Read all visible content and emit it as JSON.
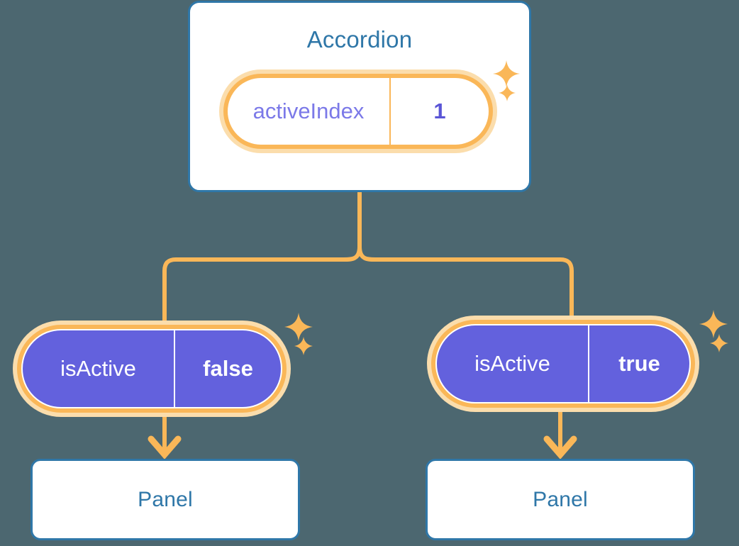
{
  "theme": {
    "background": "#4c6770",
    "card_border": "#2f77a8",
    "card_fill": "#ffffff",
    "title_text": "#2f77a8",
    "pill_ring": "#fab758",
    "pill_glow": "#fbddac",
    "pill_fill_purple": "#6361dd",
    "key_text_purple": "#7b79e8",
    "value_text_purple": "#5a55d6",
    "pill_text_white": "#ffffff",
    "connector": "#fab758",
    "sparkle": "#fab758"
  },
  "diagram": {
    "type": "component-state-tree",
    "root": {
      "title": "Accordion",
      "state": {
        "key": "activeIndex",
        "value": "1"
      },
      "sparkles": [
        "sparkle-large",
        "sparkle-small"
      ]
    },
    "children": [
      {
        "id": "child-left",
        "state": {
          "key": "isActive",
          "value": "false"
        },
        "sparkles": [
          "sparkle-large",
          "sparkle-small"
        ],
        "panel": {
          "title": "Panel"
        }
      },
      {
        "id": "child-right",
        "state": {
          "key": "isActive",
          "value": "true"
        },
        "sparkles": [
          "sparkle-large",
          "sparkle-small"
        ],
        "panel": {
          "title": "Panel"
        }
      }
    ]
  }
}
